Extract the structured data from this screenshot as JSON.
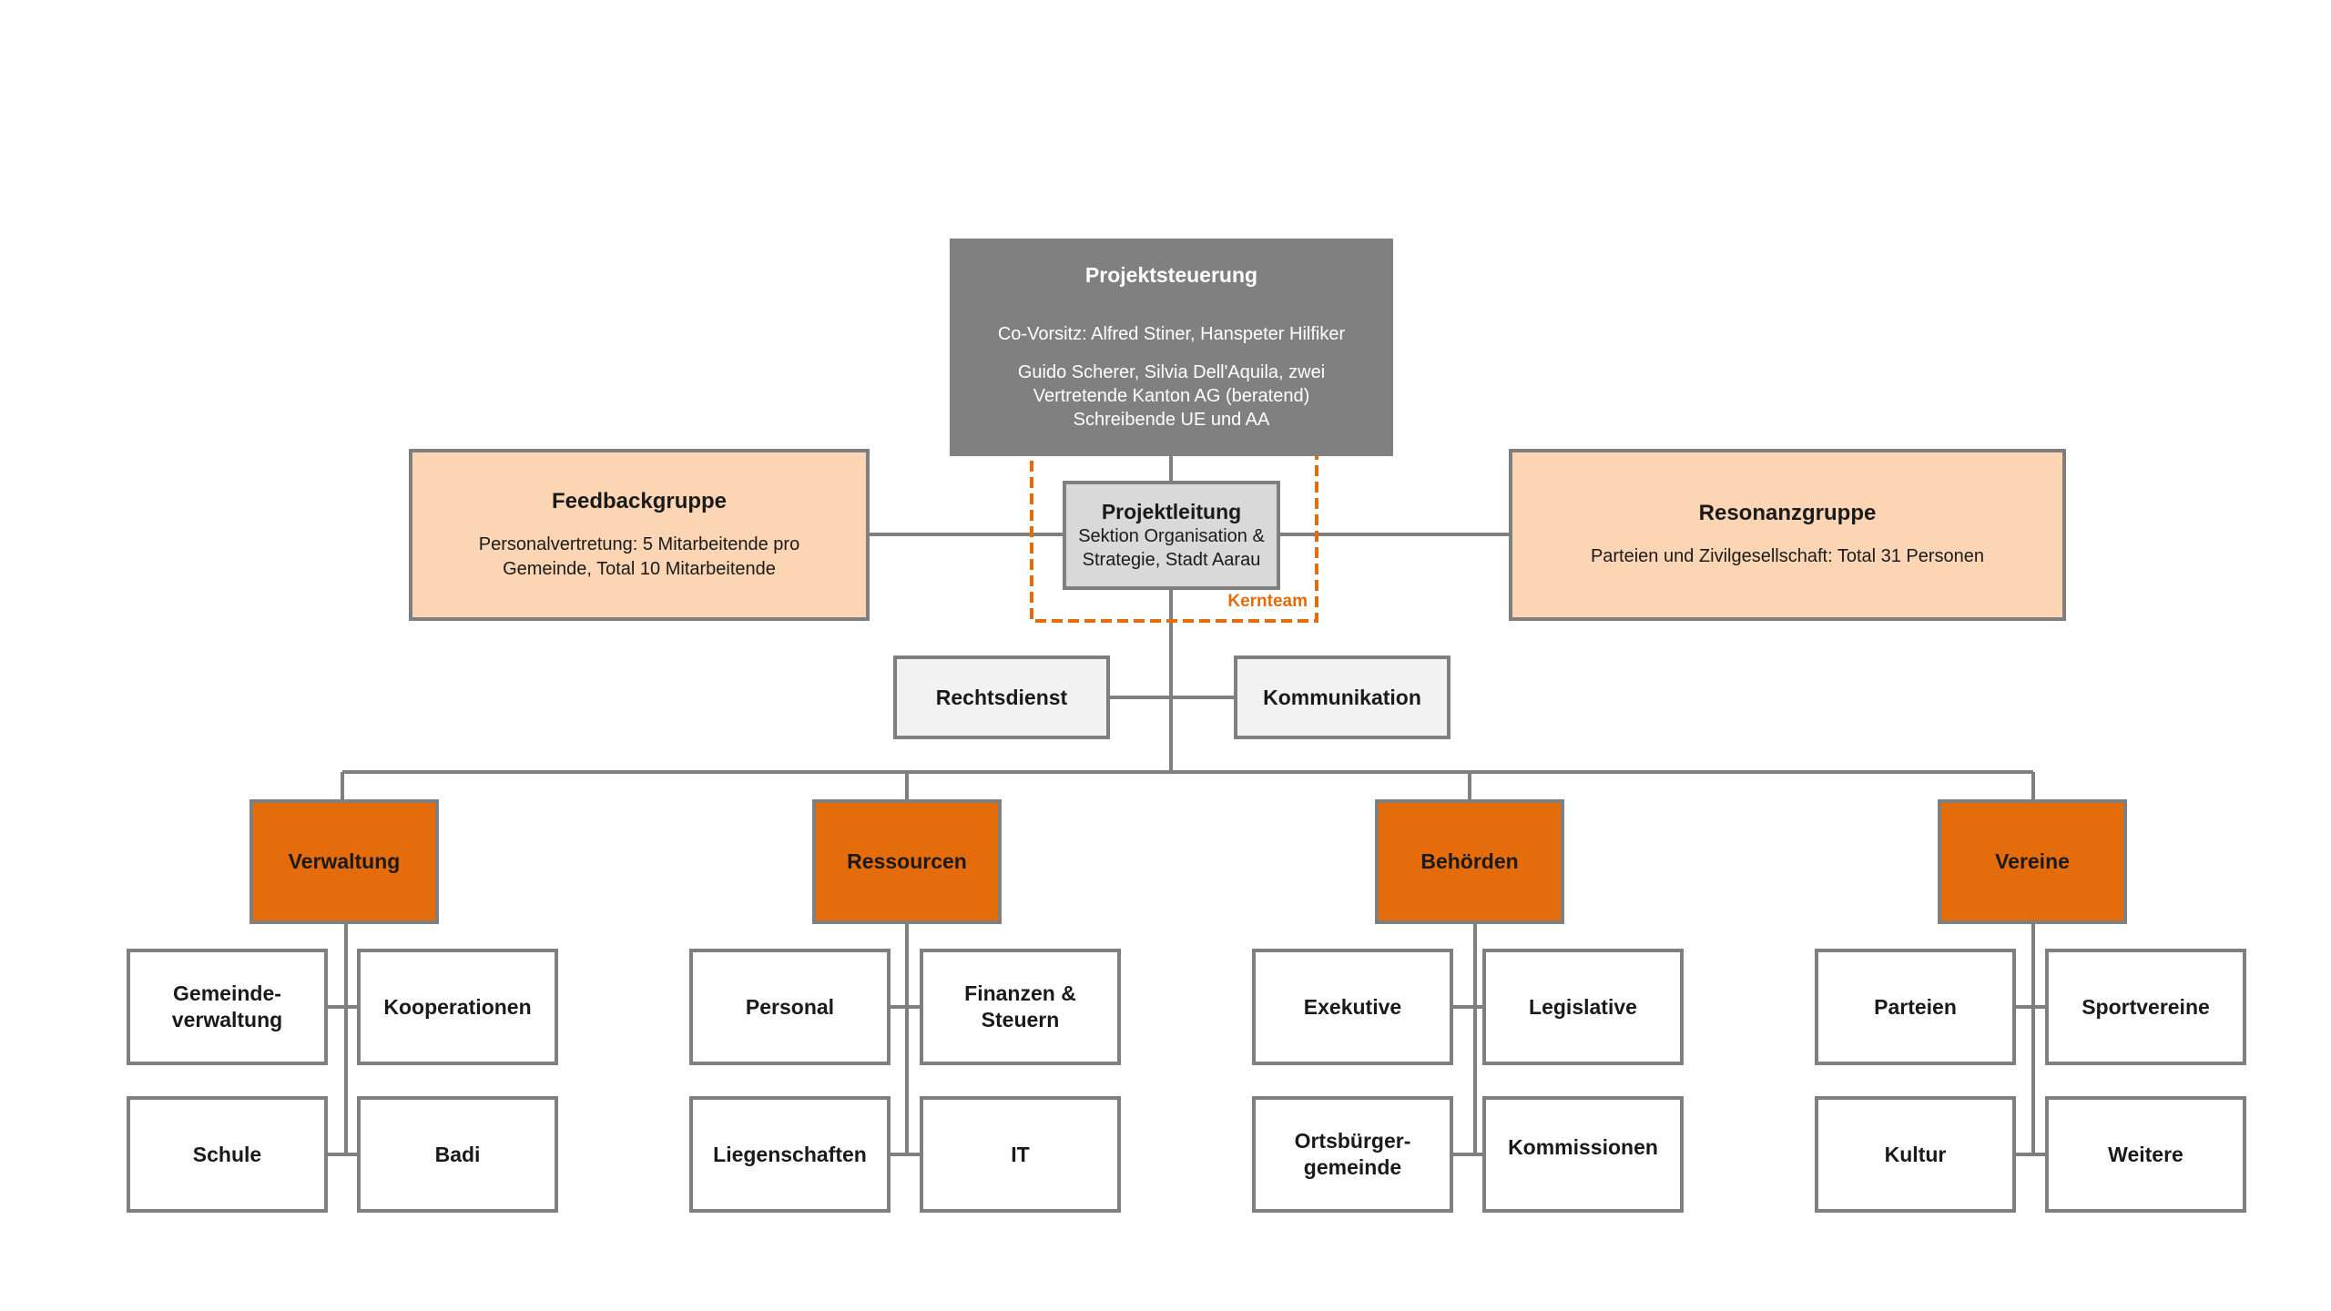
{
  "projektsteuerung": {
    "title": "Projektsteuerung",
    "line1": "Co-Vorsitz: Alfred Stiner, Hanspeter Hilfiker",
    "line2": "Guido Scherer, Silvia Dell'Aquila, zwei\nVertretende Kanton AG (beratend)\nSchreibende UE und AA"
  },
  "feedbackgruppe": {
    "title": "Feedbackgruppe",
    "desc": "Personalvertretung: 5 Mitarbeitende pro\nGemeinde, Total 10 Mitarbeitende"
  },
  "resonanzgruppe": {
    "title": "Resonanzgruppe",
    "desc": "Parteien und Zivilgesellschaft: Total 31 Personen"
  },
  "projektleitung": {
    "title": "Projektleitung",
    "desc": "Sektion Organisation &\nStrategie, Stadt Aarau"
  },
  "kernteam_label": "Kernteam",
  "staff": {
    "left": "Rechtsdienst",
    "right": "Kommunikation"
  },
  "areas": [
    {
      "label": "Verwaltung",
      "items": [
        "Gemeinde-\nverwaltung",
        "Kooperationen",
        "Schule",
        "Badi"
      ]
    },
    {
      "label": "Ressourcen",
      "items": [
        "Personal",
        "Finanzen &\nSteuern",
        "Liegenschaften",
        "IT"
      ]
    },
    {
      "label": "Behörden",
      "items": [
        "Exekutive",
        "Legislative",
        "Ortsbürger-\ngemeinde",
        "Kommissionen"
      ]
    },
    {
      "label": "Vereine",
      "items": [
        "Parteien",
        "Sportvereine",
        "Kultur",
        "Weitere"
      ]
    }
  ],
  "colors": {
    "steering": "#808080",
    "group_fill": "#fcd5b4",
    "lead_fill": "#d9d9d9",
    "staff_fill": "#f2f2f2",
    "area_fill": "#e46c0a",
    "border": "#7f7f7f",
    "kernteam": "#e46c0a"
  }
}
